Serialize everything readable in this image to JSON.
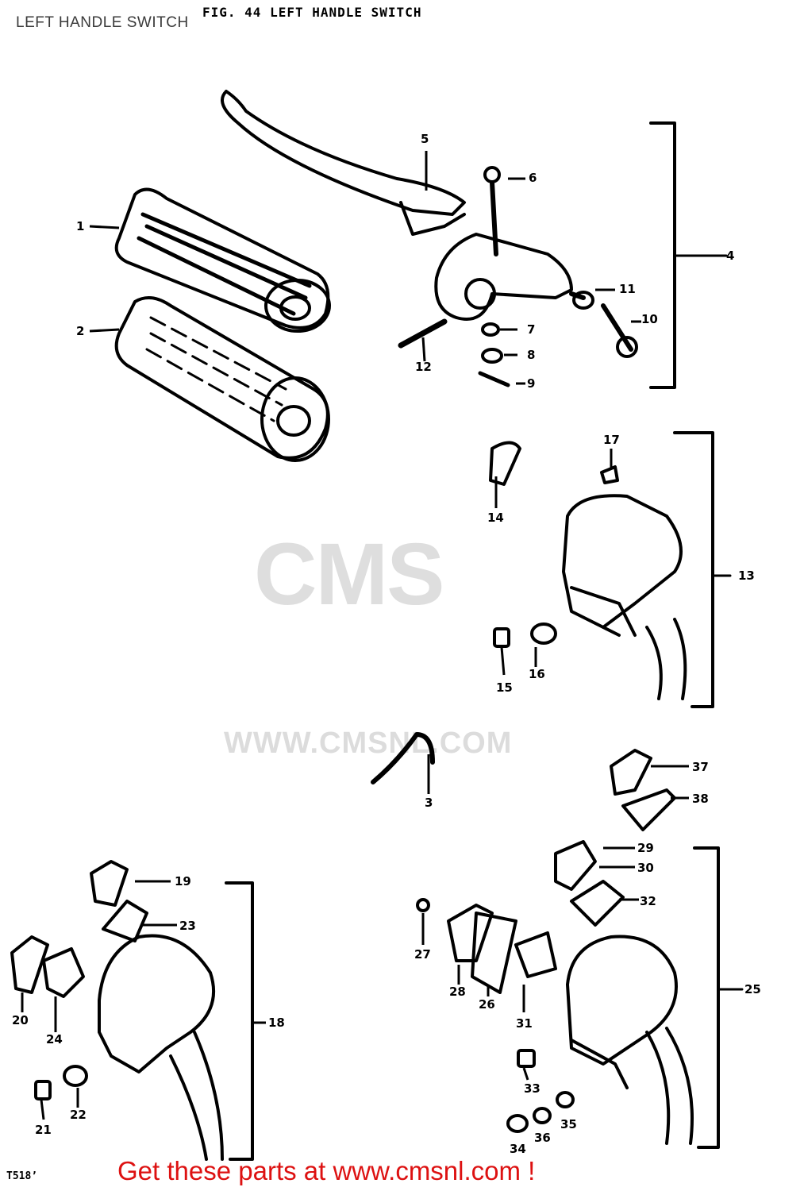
{
  "page_title": "LEFT HANDLE SWITCH",
  "figure_title": "FIG. 44  LEFT HANDLE SWITCH",
  "figure_code": "T518’",
  "watermark": {
    "logo": "CMS",
    "url": "WWW.CMSNL.COM"
  },
  "footer_text": "Get these parts at www.cmsnl.com !",
  "callouts": [
    "1",
    "2",
    "3",
    "4",
    "5",
    "6",
    "7",
    "8",
    "9",
    "10",
    "11",
    "12",
    "13",
    "14",
    "15",
    "16",
    "17",
    "18",
    "19",
    "20",
    "21",
    "22",
    "23",
    "24",
    "25",
    "26",
    "27",
    "28",
    "29",
    "30",
    "31",
    "32",
    "33",
    "34",
    "35",
    "36",
    "37",
    "38"
  ]
}
